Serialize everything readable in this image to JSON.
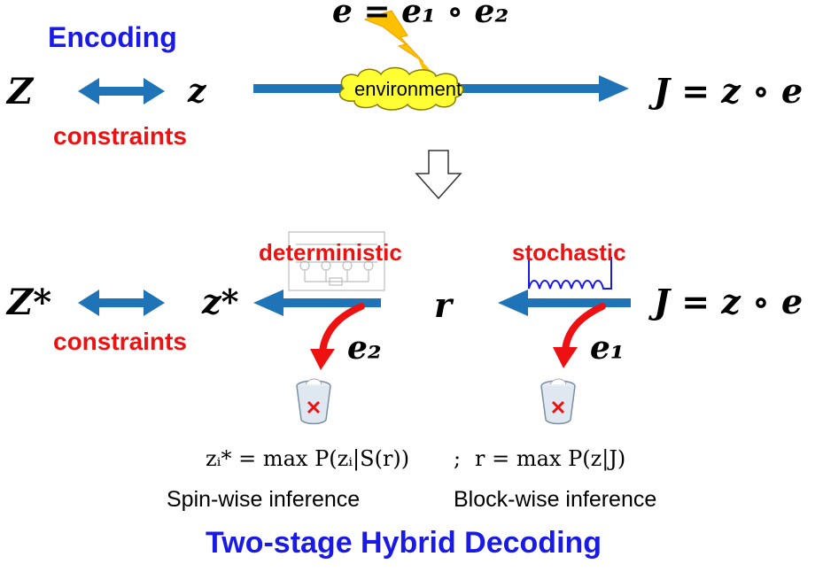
{
  "top": {
    "encoding_label": "Encoding",
    "constraints_label": "constraints",
    "Z": "Z",
    "z": "z",
    "environment_label": "environment",
    "e_formula": "e = e₁ ∘ e₂",
    "J_formula": "J = z ∘ e"
  },
  "bottom": {
    "Zstar": "Z*",
    "zstar": "z*",
    "constraints_label": "constraints",
    "deterministic_label": "deterministic",
    "stochastic_label": "stochastic",
    "r": "r",
    "J_formula": "J = z ∘ e",
    "e2": "e₂",
    "e1": "e₁",
    "formula_left": "zᵢ* = max P(zᵢ|S(r))",
    "formula_sep": ";",
    "formula_right": "r = max P(z|J)",
    "spin_wise": "Spin-wise inference",
    "block_wise": "Block-wise inference",
    "title": "Two-stage Hybrid Decoding"
  },
  "colors": {
    "arrow_blue": "#1f73b7",
    "label_blue": "#1a1ae6",
    "label_red": "#ee1111",
    "cloud_yellow": "#ffff33",
    "lightning": "#ffc000",
    "curve_red": "#ee1111"
  },
  "icons": [
    "lightning-icon",
    "cloud-icon",
    "down-arrow-icon",
    "trash-can-icon",
    "circuit-icon",
    "noise-resistor-icon"
  ]
}
